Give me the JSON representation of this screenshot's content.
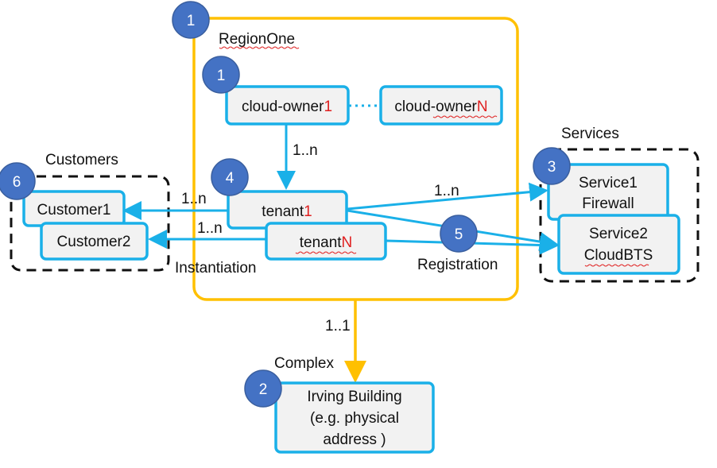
{
  "colors": {
    "region_border": "#ffc000",
    "box_border": "#1ab0e8",
    "arrow": "#1ab0e8",
    "badge_fill": "#4472c4",
    "highlight": "#e02020",
    "box_fill": "#f2f2f2"
  },
  "region": {
    "label": "RegionOne"
  },
  "groups": {
    "customers": "Customers",
    "services": "Services",
    "complex": "Complex"
  },
  "nodes": {
    "cloud_owner_1": {
      "text": "cloud-owner",
      "suffix": "1"
    },
    "cloud_owner_n": {
      "text": "cloud-owner",
      "suffix": "N"
    },
    "tenant_1": {
      "text": "tenant",
      "suffix": "1"
    },
    "tenant_n": {
      "text": "tenant",
      "suffix": "N"
    },
    "customer1": "Customer1",
    "customer2": "Customer2",
    "service1": {
      "line1": "Service1",
      "line2": "Firewall"
    },
    "service2": {
      "line1": "Service2",
      "line2": "CloudBTS"
    },
    "building": {
      "line1": "Irving Building",
      "line2": "(e.g. physical",
      "line3": "address )"
    }
  },
  "edges": {
    "owner_tenant": "1..n",
    "tenant1_customer": "1..n",
    "tenantn_customer": "1..n",
    "tenant_service": "1..n",
    "region_complex": "1..1"
  },
  "annotations": {
    "instantiation": "Instantiation",
    "registration": "Registration"
  },
  "badges": {
    "region": "1",
    "cloud_owner": "1",
    "services": "3",
    "tenant": "4",
    "registration": "5",
    "customers": "6",
    "complex": "2"
  }
}
